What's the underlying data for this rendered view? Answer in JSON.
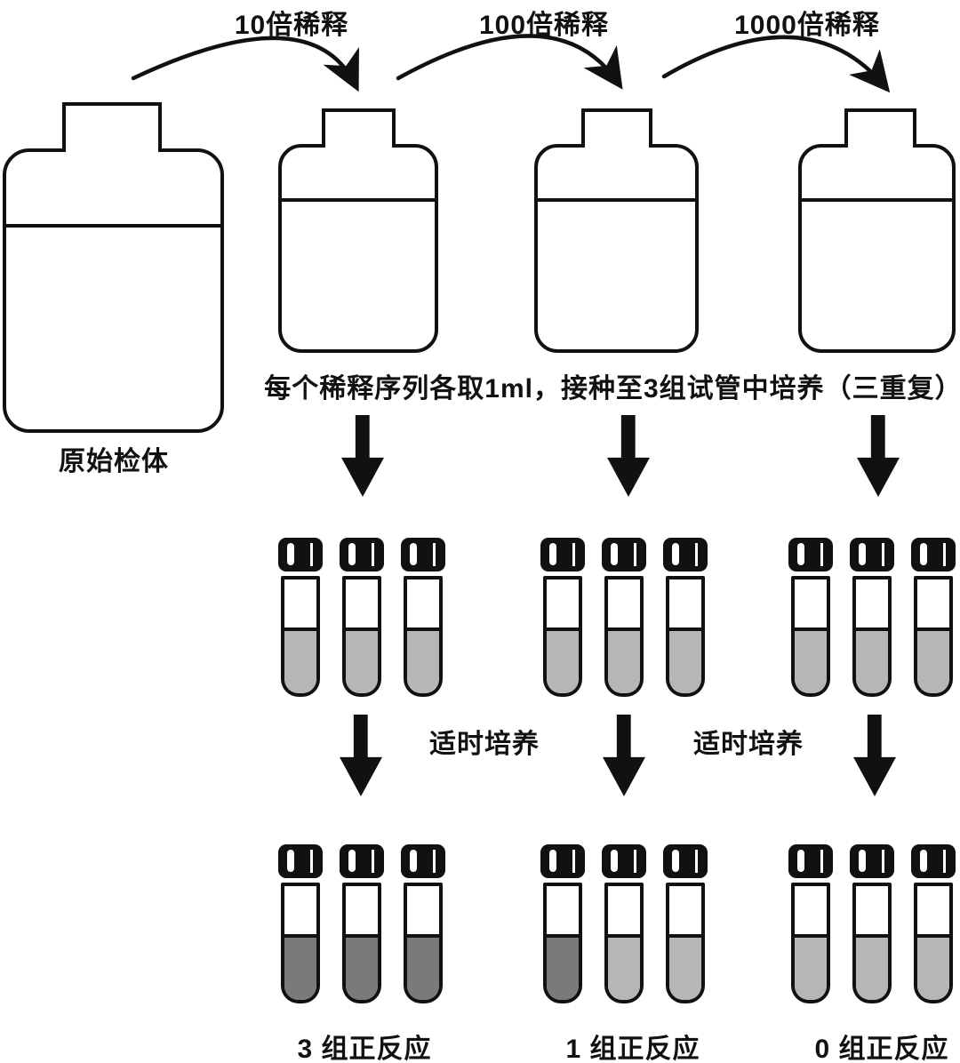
{
  "diagram": {
    "dilution_steps": [
      {
        "label": "10倍稀释"
      },
      {
        "label": "100倍稀释"
      },
      {
        "label": "1000倍稀释"
      }
    ],
    "source_bottle": {
      "label": "原始检体"
    },
    "instruction": "每个稀释序列各取1ml，接种至3组试管中培养（三重复）",
    "culture_step_labels": [
      "适时培养",
      "适时培养"
    ],
    "result_labels": [
      "3 组正反应",
      "1 组正反应",
      "0 组正反应"
    ],
    "colors": {
      "ink": "#111111",
      "liquid_light": "#b6b6b6",
      "liquid_dark": "#7a7a7a"
    },
    "tube_rows": {
      "inoculated": [
        [
          "light",
          "light",
          "light"
        ],
        [
          "light",
          "light",
          "light"
        ],
        [
          "light",
          "light",
          "light"
        ]
      ],
      "cultured": [
        [
          "dark",
          "dark",
          "dark"
        ],
        [
          "dark",
          "light",
          "light"
        ],
        [
          "light",
          "light",
          "light"
        ]
      ]
    }
  }
}
